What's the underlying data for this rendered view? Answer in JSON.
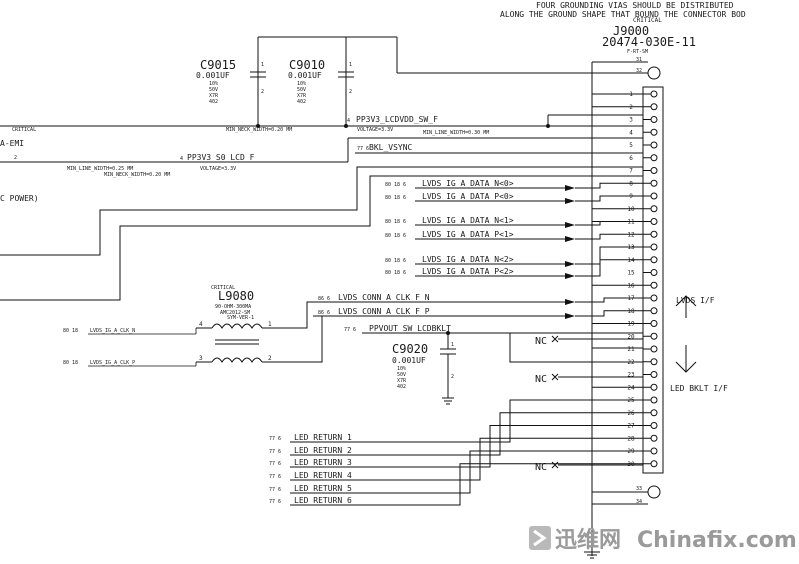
{
  "header_note": {
    "line1": "FOUR GROUNDING VIAS SHOULD BE DISTRIBUTED",
    "line2": "ALONG THE GROUND SHAPE THAT BOUND THE CONNECTOR BOD"
  },
  "connector": {
    "critical": "CRITICAL",
    "refdes": "J9000",
    "part": "20474-030E-11",
    "footprint": "F-RT-SM",
    "mount_pins": [
      "31",
      "32",
      "33",
      "34"
    ],
    "pins": [
      "1",
      "2",
      "3",
      "4",
      "5",
      "6",
      "7",
      "8",
      "9",
      "10",
      "11",
      "12",
      "13",
      "14",
      "15",
      "16",
      "17",
      "18",
      "19",
      "20",
      "21",
      "22",
      "23",
      "24",
      "25",
      "26",
      "27",
      "28",
      "29",
      "30"
    ]
  },
  "caps": [
    {
      "refdes": "C9015",
      "value": "0.001UF",
      "tol": "10%",
      "volt": "50V",
      "diel": "X7R",
      "pkg": "402",
      "pin1": "1",
      "pin2": "2"
    },
    {
      "refdes": "C9010",
      "value": "0.001UF",
      "tol": "10%",
      "volt": "50V",
      "diel": "X7R",
      "pkg": "402",
      "pin1": "1",
      "pin2": "2"
    },
    {
      "refdes": "C9020",
      "value": "0.001UF",
      "tol": "10%",
      "volt": "50V",
      "diel": "X7R",
      "pkg": "402",
      "pin1": "1",
      "pin2": "2"
    }
  ],
  "inductor": {
    "critical": "CRITICAL",
    "refdes": "L9080",
    "value": "90-OHM-300MA",
    "part": "AMC2012-SM",
    "note": "SYM-VER-1",
    "pins": [
      "4",
      "3",
      "1",
      "2"
    ]
  },
  "nets": {
    "pp3v3_lcdvdd": {
      "ref": "4",
      "name": "PP3V3_LCDVDD_SW_F",
      "voltage": "VOLTAGE=3.3V",
      "min_line": "MIN_LINE_WIDTH=0.30 MM",
      "min_neck": "MIN_NECK_WIDTH=0.20 MM"
    },
    "pp3v3_s0": {
      "ref": "4",
      "name": "PP3V3_S0_LCD_F",
      "voltage": "VOLTAGE=3.3V",
      "min_line": "MIN_LINE_WIDTH=0.25 MM",
      "min_neck": "MIN_NECK_WIDTH=0.20 MM",
      "pin": "2"
    },
    "bkl_vsync": {
      "ref": "77 6",
      "name": "BKL_VSYNC"
    },
    "left_critical": "CRITICAL",
    "left_emi": "A-EMI",
    "left_power": "C POWER)",
    "lvds_data": [
      {
        "ref": "80 18 6",
        "name": "LVDS_IG_A_DATA_N<0>"
      },
      {
        "ref": "80 18 6",
        "name": "LVDS_IG_A_DATA_P<0>"
      },
      {
        "ref": "80 18 6",
        "name": "LVDS_IG_A_DATA_N<1>"
      },
      {
        "ref": "80 18 6",
        "name": "LVDS_IG_A_DATA_P<1>"
      },
      {
        "ref": "80 18 6",
        "name": "LVDS_IG_A_DATA_N<2>"
      },
      {
        "ref": "80 18 6",
        "name": "LVDS_IG_A_DATA_P<2>"
      }
    ],
    "lvds_conn_clk": [
      {
        "ref": "86 6",
        "name": "LVDS_CONN_A_CLK_F_N"
      },
      {
        "ref": "86 6",
        "name": "LVDS_CONN_A_CLK_F_P"
      }
    ],
    "lvds_ig_clk": [
      {
        "ref": "80 18",
        "name": "LVDS_IG_A_CLK_N"
      },
      {
        "ref": "80 18",
        "name": "LVDS_IG_A_CLK_P"
      }
    ],
    "ppvout": {
      "ref": "77 6",
      "name": "PPVOUT_SW_LCDBKLT"
    },
    "led_returns": [
      {
        "ref": "77 6",
        "name": "LED_RETURN_1"
      },
      {
        "ref": "77 6",
        "name": "LED_RETURN_2"
      },
      {
        "ref": "77 6",
        "name": "LED_RETURN_3"
      },
      {
        "ref": "77 6",
        "name": "LED_RETURN_4"
      },
      {
        "ref": "77 6",
        "name": "LED_RETURN_5"
      },
      {
        "ref": "77 6",
        "name": "LED_RETURN_6"
      }
    ],
    "nc_label": "NC"
  },
  "interface_labels": {
    "lvds": "LVDS I/F",
    "led": "LED BKLT I/F"
  },
  "watermark": {
    "cn": "迅维网",
    "en": "Chinafix.com"
  }
}
